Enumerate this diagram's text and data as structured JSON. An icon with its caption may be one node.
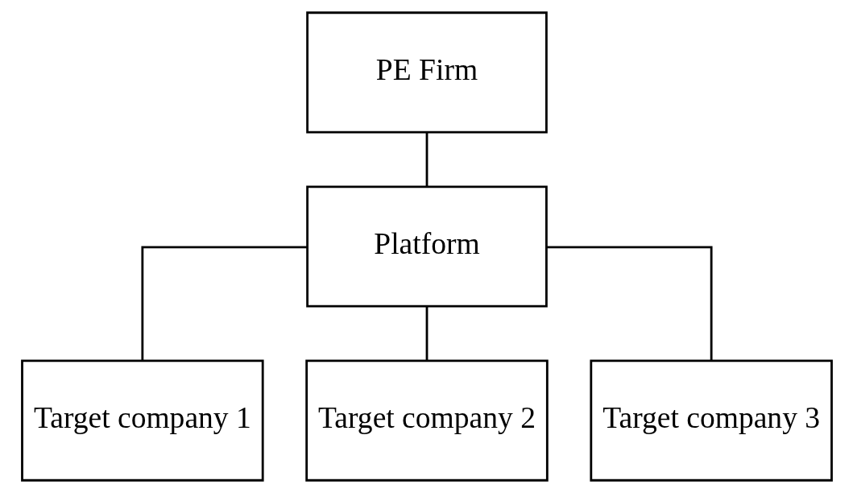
{
  "diagram": {
    "nodes": [
      {
        "text": [
          "PE Firm"
        ]
      },
      {
        "text": [
          "Platform"
        ]
      },
      {
        "text": [
          "Target company 1"
        ]
      },
      {
        "text": [
          "Target company 2"
        ]
      },
      {
        "text": [
          "Target company 3"
        ]
      }
    ],
    "edges": [
      {
        "from": 0,
        "to": 1,
        "arrow": "none"
      },
      {
        "from": 1,
        "to": 2,
        "arrow": "none"
      },
      {
        "from": 1,
        "to": 3,
        "arrow": "none"
      },
      {
        "from": 1,
        "to": 4,
        "arrow": "none"
      }
    ]
  }
}
